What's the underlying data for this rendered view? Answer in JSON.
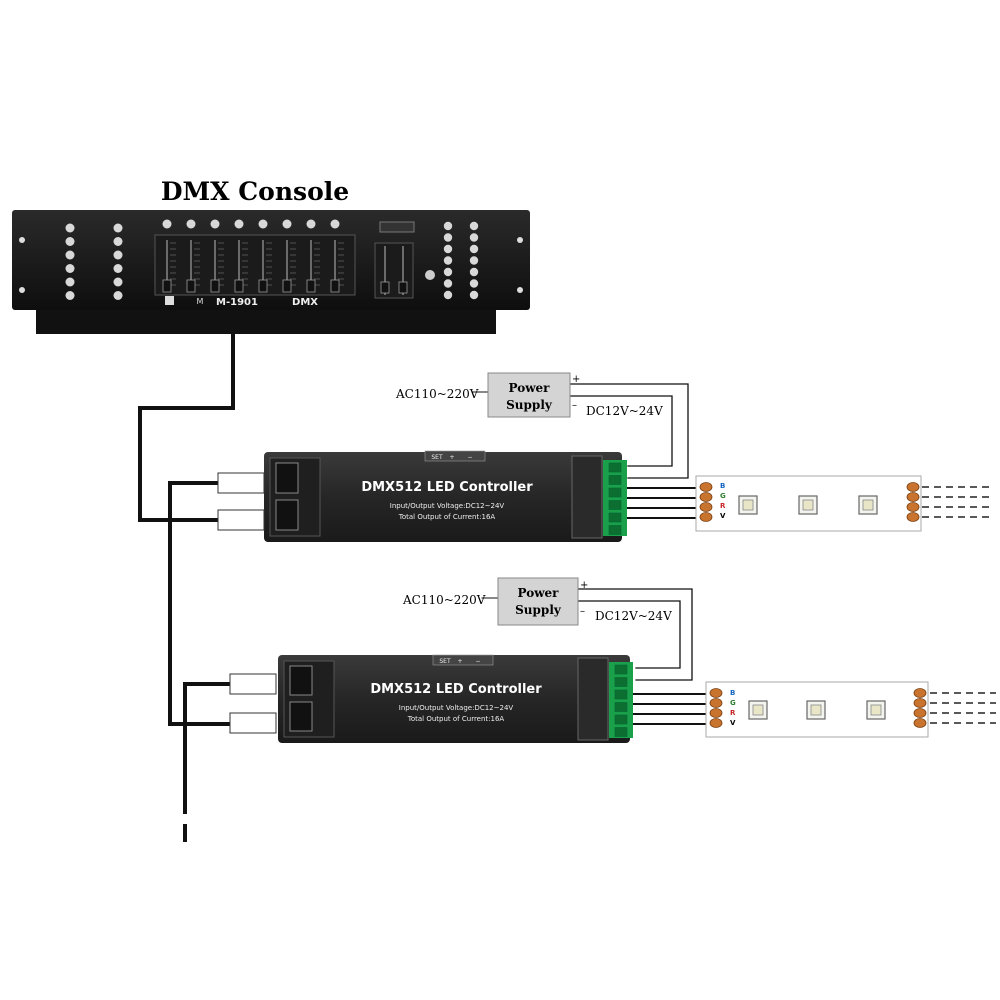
{
  "console": {
    "title": "DMX Console",
    "brand": "M-1901",
    "dmx": "DMX",
    "logo": "M"
  },
  "power_supplies": [
    {
      "label_line1": "Power",
      "label_line2": "Supply",
      "ac": "AC110~220V",
      "dc": "DC12V~24V",
      "plus": "+",
      "minus": "–"
    },
    {
      "label_line1": "Power",
      "label_line2": "Supply",
      "ac": "AC110~220V",
      "dc": "DC12V~24V",
      "plus": "+",
      "minus": "–"
    }
  ],
  "controllers": [
    {
      "title": "DMX512 LED Controller",
      "voltage": "Input/Output Voltage:DC12~24V",
      "current": "Total Output of Current:16A",
      "set": "SET"
    },
    {
      "title": "DMX512 LED Controller",
      "voltage": "Input/Output Voltage:DC12~24V",
      "current": "Total Output of Current:16A",
      "set": "SET"
    }
  ],
  "strip": {
    "pins": [
      "B",
      "G",
      "R",
      "V"
    ]
  },
  "colors": {
    "device_body": "#2d2d2d",
    "power_box": "#d4d4d4",
    "strip_copper": "#c8742e",
    "terminal_green": "#1aa04a",
    "wire": "#111111"
  }
}
